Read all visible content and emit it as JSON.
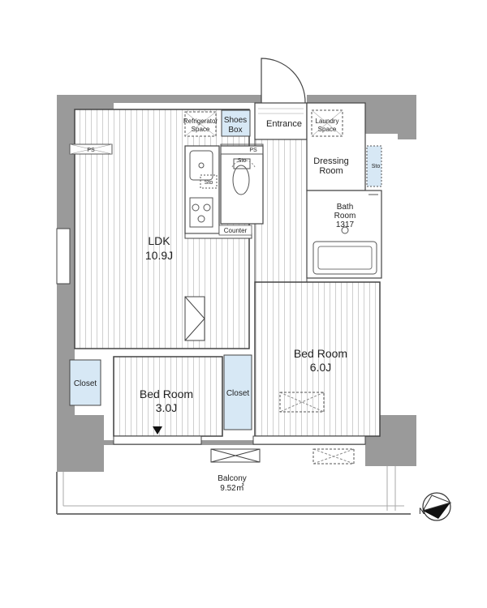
{
  "rooms": {
    "ldk": {
      "name": "LDK",
      "size": "10.9J"
    },
    "bedroom_large": {
      "name": "Bed Room",
      "size": "6.0J"
    },
    "bedroom_small": {
      "name": "Bed Room",
      "size": "3.0J"
    },
    "entrance": {
      "name": "Entrance"
    },
    "dressing": {
      "line1": "Dressing",
      "line2": "Room"
    },
    "bath": {
      "line1": "Bath",
      "line2": "Room",
      "size": "1317"
    },
    "balcony": {
      "name": "Balcony",
      "size": "9.52㎡"
    }
  },
  "fixtures": {
    "refrigerator": {
      "line1": "Refrigerator",
      "line2": "Space"
    },
    "shoes_box": {
      "line1": "Shoes",
      "line2": "Box"
    },
    "laundry": {
      "line1": "Laundry",
      "line2": "Space"
    },
    "counter": "Counter",
    "closet_small": "Closet",
    "closet_middle": "Closet",
    "ps_top": "PS",
    "ps_wc": "PS",
    "sto_kitchen": "Sto",
    "sto_wc": "Sto",
    "sto_dressing": "Sto"
  },
  "compass": {
    "label": "N"
  },
  "colors": {
    "wall": "#9a9a9a",
    "floor_line": "#c9c9c9",
    "storage": "#d7e8f5",
    "outline": "#333333",
    "dash": "#555555"
  }
}
